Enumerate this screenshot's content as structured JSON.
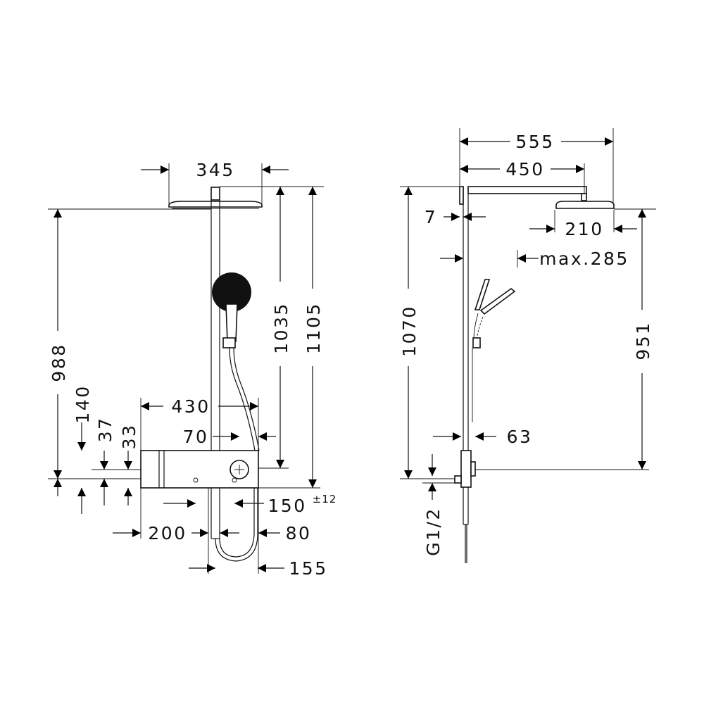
{
  "front_view": {
    "dims": {
      "head_width": "345",
      "head_height": "988",
      "shower_height": "1035",
      "total_height": "1105",
      "box_width": "430",
      "offset_70": "70",
      "drop_140": "140",
      "drop_37": "37",
      "drop_33": "33",
      "depth_150": "150",
      "tolerance": "±12",
      "left_200": "200",
      "right_80": "80",
      "hose_155": "155"
    }
  },
  "side_view": {
    "dims": {
      "arm_total": "555",
      "arm_450": "450",
      "wall_7": "7",
      "head_210": "210",
      "hand_max": "max.285",
      "total_1070": "1070",
      "head_951": "951",
      "box_63": "63",
      "thread": "G1/2"
    }
  },
  "colors": {
    "line": "#111111",
    "background": "#ffffff"
  }
}
